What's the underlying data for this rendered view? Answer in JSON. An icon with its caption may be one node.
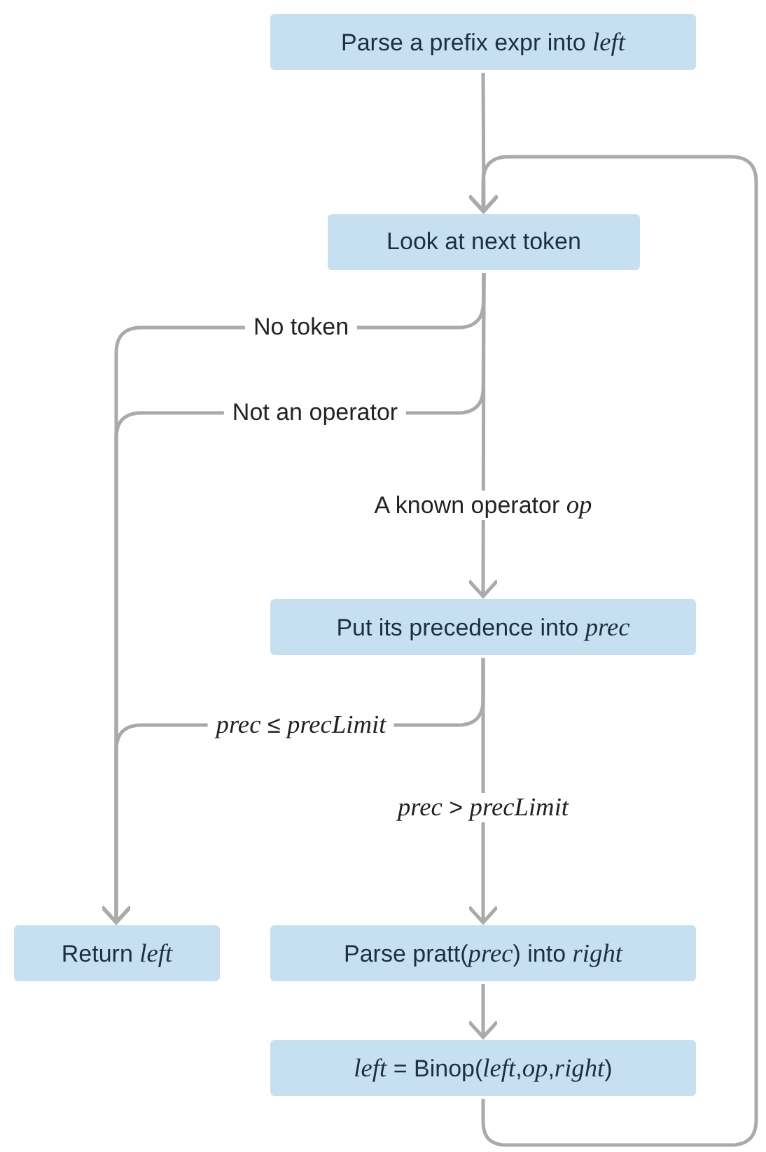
{
  "diagram": {
    "nodes": [
      {
        "text": [
          "Parse a prefix expr into *left*"
        ]
      },
      {
        "text": [
          "Look at next token"
        ]
      },
      {
        "text": [
          "Put its precedence into *prec*"
        ]
      },
      {
        "text": [
          "Return *left*"
        ]
      },
      {
        "text": [
          "Parse pratt(*prec*) into *right*"
        ]
      },
      {
        "text": [
          "*left* = Binop(*left*,*op*,*right*)"
        ]
      }
    ],
    "edges": [
      {
        "from": 0,
        "to": 1,
        "arrow": "to"
      },
      {
        "from": 5,
        "to": 1,
        "arrow": "to"
      },
      {
        "from": 1,
        "to": 3,
        "arrow": "to",
        "label": "No token"
      },
      {
        "from": 1,
        "to": 3,
        "arrow": "to",
        "label": "Not an operator"
      },
      {
        "from": 1,
        "to": 2,
        "arrow": "to",
        "label": "A known operator *op*"
      },
      {
        "from": 2,
        "to": 3,
        "arrow": "to",
        "label": "*prec* ≤ *precLimit*"
      },
      {
        "from": 2,
        "to": 4,
        "arrow": "to",
        "label": "*prec* > *precLimit*"
      },
      {
        "from": 4,
        "to": 5,
        "arrow": "to"
      }
    ]
  }
}
